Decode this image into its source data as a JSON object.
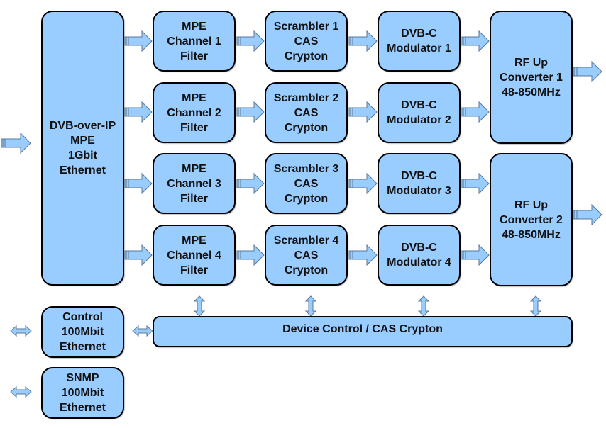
{
  "colors": {
    "block_fill": "#99ccff",
    "block_border": "#000000",
    "arrow_fill": "#99ccff",
    "arrow_stroke": "#5a7a9a"
  },
  "blocks": {
    "ip_input": "DVB-over-IP\nMPE\n1Gbit\nEthernet",
    "filters": [
      "MPE\nChannel 1\nFilter",
      "MPE\nChannel 2\nFilter",
      "MPE\nChannel 3\nFilter",
      "MPE\nChannel 4\nFilter"
    ],
    "scramblers": [
      "Scrambler 1\nCAS\nCrypton",
      "Scrambler 2\nCAS\nCrypton",
      "Scrambler 3\nCAS\nCrypton",
      "Scrambler 4\nCAS\nCrypton"
    ],
    "modulators": [
      "DVB-C\nModulator 1",
      "DVB-C\nModulator 2",
      "DVB-C\nModulator 3",
      "DVB-C\nModulator 4"
    ],
    "upconverters": [
      "RF Up\nConverter 1\n48-850MHz",
      "RF Up\nConverter 2\n48-850MHz"
    ],
    "device_control": "Device Control / CAS Crypton",
    "control_eth": "Control\n100Mbit\nEthernet",
    "snmp_eth": "SNMP\n100Mbit\nEthernet"
  }
}
